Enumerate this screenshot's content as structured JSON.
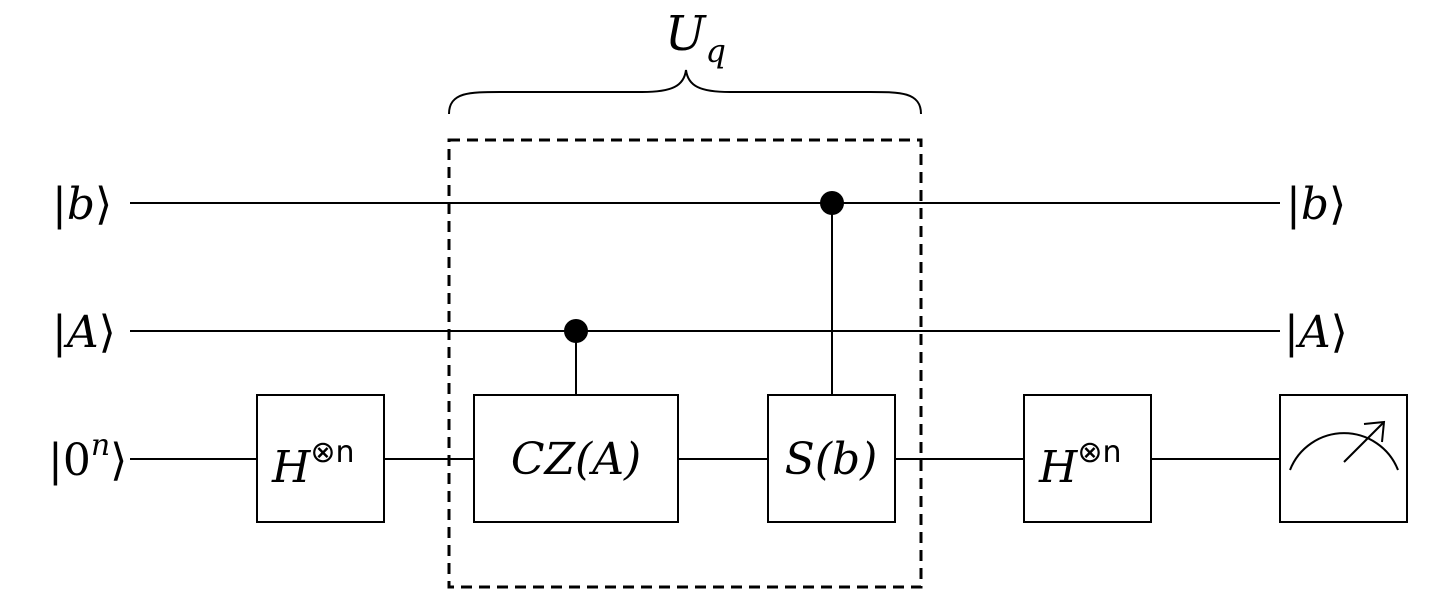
{
  "diagram": {
    "block_label": {
      "main": "U",
      "subscript": "q"
    },
    "inputs": [
      {
        "wire": "b",
        "ket": "b"
      },
      {
        "wire": "A",
        "ket": "A"
      },
      {
        "wire": "anc",
        "ket": "0",
        "superscript": "n"
      }
    ],
    "outputs": [
      {
        "wire": "b",
        "ket": "b"
      },
      {
        "wire": "A",
        "ket": "A"
      }
    ],
    "gates": {
      "hadamard_1": {
        "main": "H",
        "superscript": "⊗n"
      },
      "cz": {
        "label": "CZ(A)"
      },
      "s": {
        "label": "S(b)"
      },
      "hadamard_2": {
        "main": "H",
        "superscript": "⊗n"
      }
    },
    "measurement": {
      "icon": "meter-icon"
    }
  }
}
